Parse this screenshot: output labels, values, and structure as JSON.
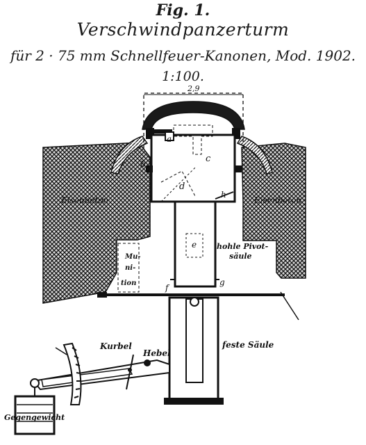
{
  "header": {
    "fig": "Fig. 1.",
    "title": "Verschwindpanzerturm",
    "subtitle": "für 2 · 75 mm Schnellfeuer-Kanonen, Mod. 1902.",
    "scale": "1:100."
  },
  "dimension": "2,9",
  "labels": {
    "a": "a",
    "b": "b",
    "c": "c",
    "d": "d",
    "e": "e",
    "f": "f",
    "g": "g",
    "h": "h",
    "eisenbeton_left": "Eisenbeton",
    "eisenbeton_right": "Eisenbeton",
    "hohle_pivot_1": "hohle Pivot-",
    "hohle_pivot_2": "säule",
    "munition_1": "Mu-",
    "munition_2": "ni-",
    "munition_3": "tion",
    "kurbel": "Kurbel",
    "hebel": "Hebel",
    "feste_saeule": "feste Säule",
    "gegengewicht": "Gegengewicht"
  },
  "colors": {
    "ink": "#111111",
    "paper": "#ffffff"
  }
}
